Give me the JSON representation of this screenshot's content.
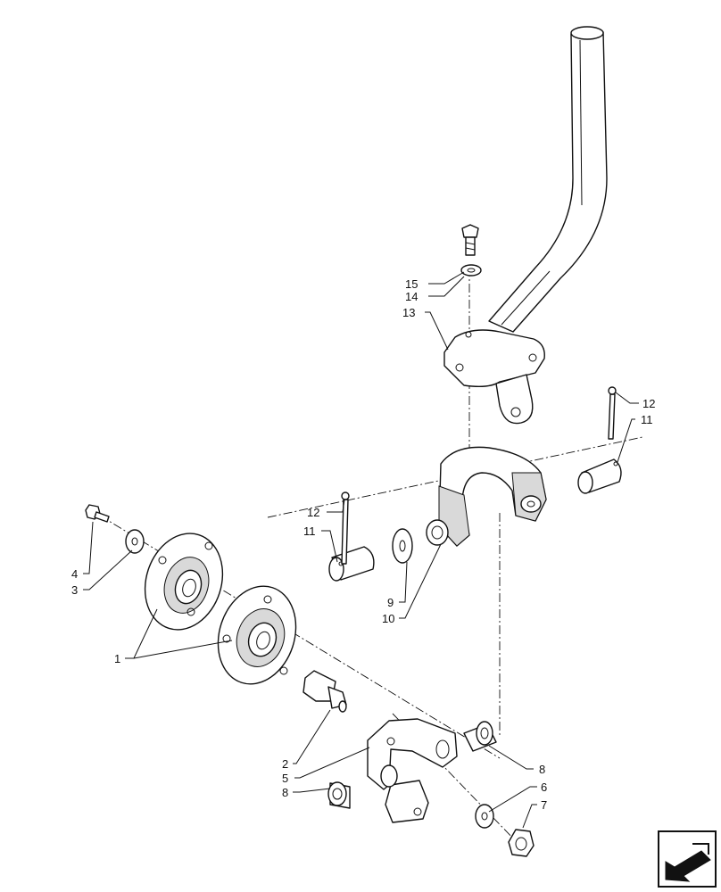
{
  "callouts": {
    "c15": "15",
    "c14": "14",
    "c13": "13",
    "c12a": "12",
    "c11a": "11",
    "c12b": "12",
    "c11b": "11",
    "c9": "9",
    "c10": "10",
    "c4": "4",
    "c3": "3",
    "c1": "1",
    "c2": "2",
    "c5": "5",
    "c8a": "8",
    "c8b": "8",
    "c6": "6",
    "c7": "7"
  },
  "nav_icon": "page-turn-arrow-icon"
}
